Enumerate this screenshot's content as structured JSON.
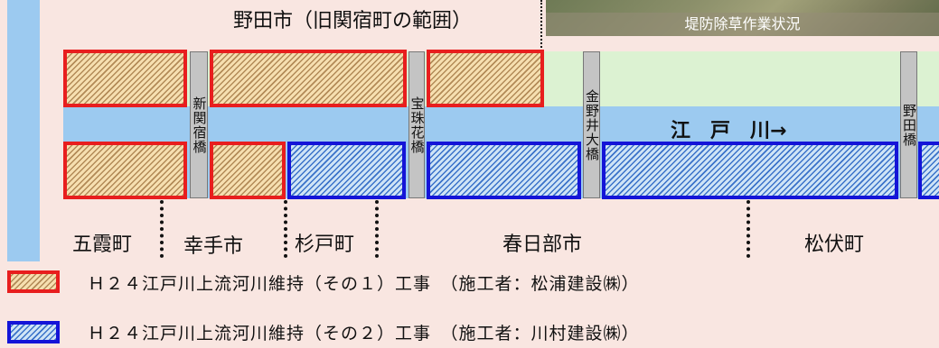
{
  "title": "野田市（旧関宿町の範囲）",
  "photo_caption": "堤防除草作業状況",
  "river_label": "江　戸　川→",
  "bridges": [
    "新関宿橋",
    "宝珠花橋",
    "金野井大橋",
    "野田橋"
  ],
  "places": [
    "五霞町",
    "幸手市",
    "杉戸町",
    "春日部市",
    "松伏町"
  ],
  "legend": [
    {
      "label": "Ｈ２４江戸川上流河川維持（その１）工事　（施工者：松浦建設㈱）",
      "color": "#e81e1e"
    },
    {
      "label": "Ｈ２４江戸川上流河川維持（その２）工事　（施工者：川村建設㈱）",
      "color": "#1414d8"
    }
  ],
  "colors": {
    "background": "#f9e6e1",
    "river": "#9ccaf0",
    "land": "#dcf2d2"
  }
}
